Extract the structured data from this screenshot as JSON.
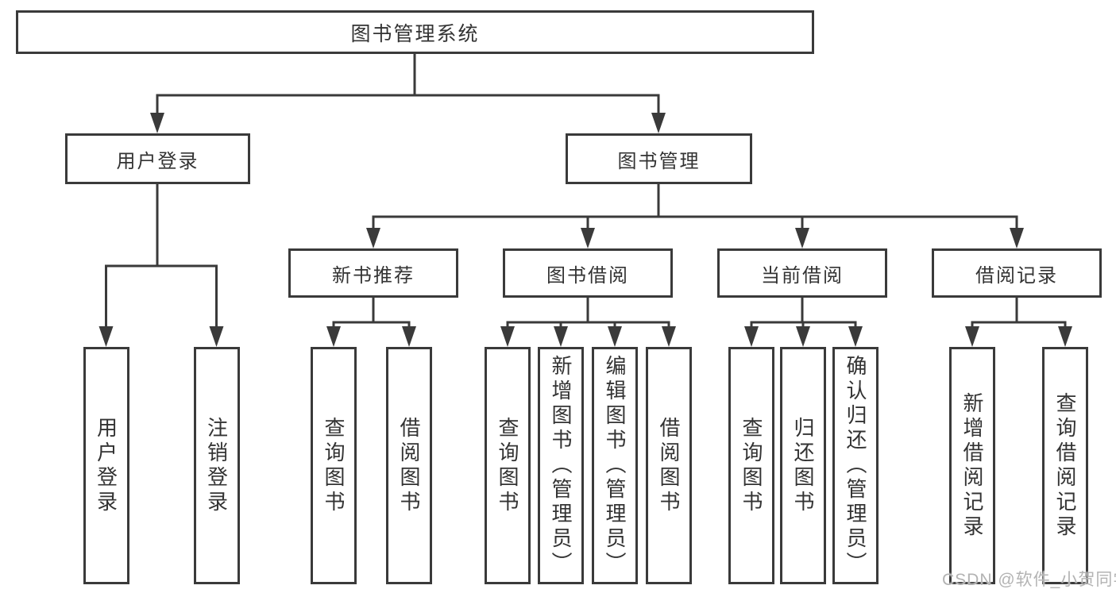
{
  "tree": {
    "root": "图书管理系统",
    "children": [
      {
        "label": "用户登录",
        "children": [
          "用户登录",
          "注销登录"
        ]
      },
      {
        "label": "图书管理",
        "children": [
          {
            "label": "新书推荐",
            "children": [
              "查询图书",
              "借阅图书"
            ]
          },
          {
            "label": "图书借阅",
            "children": [
              "查询图书",
              "新增图书（管理员）",
              "编辑图书（管理员）",
              "借阅图书"
            ]
          },
          {
            "label": "当前借阅",
            "children": [
              "查询图书",
              "归还图书",
              "确认归还（管理员）"
            ]
          },
          {
            "label": "借阅记录",
            "children": [
              "新增借阅记录",
              "查询借阅记录"
            ]
          }
        ]
      }
    ]
  },
  "watermark": {
    "text": "CSDN @软件_小贺同学"
  },
  "colors": {
    "line": "#3a3a3a",
    "text": "#333333",
    "box_background": "#ffffff",
    "watermark": "#b3b3b3"
  }
}
